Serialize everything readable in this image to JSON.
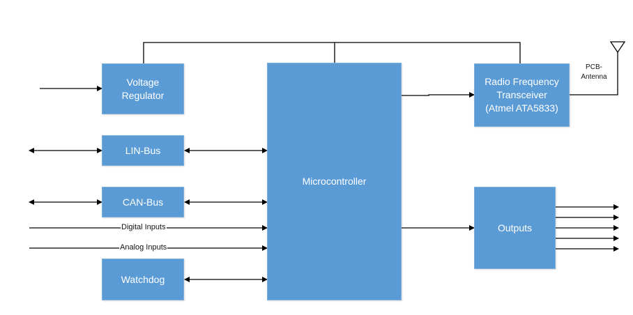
{
  "diagram": {
    "colors": {
      "block_fill": "#5b9bd5",
      "block_text": "#ffffff",
      "line": "#000000"
    },
    "blocks": {
      "voltage_regulator": "Voltage\nRegulator",
      "lin_bus": "LIN-Bus",
      "can_bus": "CAN-Bus",
      "watchdog": "Watchdog",
      "microcontroller": "Microcontroller",
      "rf_transceiver": "Radio Frequency\nTransceiver\n(Atmel ATA5833)",
      "outputs": "Outputs"
    },
    "labels": {
      "digital_inputs": "Digital Inputs",
      "analog_inputs": "Analog Inputs",
      "antenna": "PCB-\nAntenna"
    },
    "connections": [
      {
        "from": "external",
        "to": "voltage_regulator",
        "type": "arrow"
      },
      {
        "from": "external",
        "to": "lin_bus",
        "type": "bidirectional"
      },
      {
        "from": "lin_bus",
        "to": "microcontroller",
        "type": "bidirectional"
      },
      {
        "from": "external",
        "to": "can_bus",
        "type": "bidirectional"
      },
      {
        "from": "can_bus",
        "to": "microcontroller",
        "type": "bidirectional"
      },
      {
        "from": "digital_inputs",
        "to": "microcontroller",
        "type": "arrow"
      },
      {
        "from": "analog_inputs",
        "to": "microcontroller",
        "type": "arrow"
      },
      {
        "from": "watchdog",
        "to": "microcontroller",
        "type": "bidirectional"
      },
      {
        "from": "microcontroller",
        "to": "rf_transceiver",
        "type": "arrow"
      },
      {
        "from": "rf_transceiver",
        "to": "antenna",
        "type": "line"
      },
      {
        "from": "microcontroller",
        "to": "outputs",
        "type": "arrow"
      },
      {
        "from": "voltage_regulator",
        "to": "microcontroller",
        "type": "supply-line"
      },
      {
        "from": "voltage_regulator",
        "to": "rf_transceiver",
        "type": "supply-line"
      }
    ],
    "output_lines": 5
  }
}
